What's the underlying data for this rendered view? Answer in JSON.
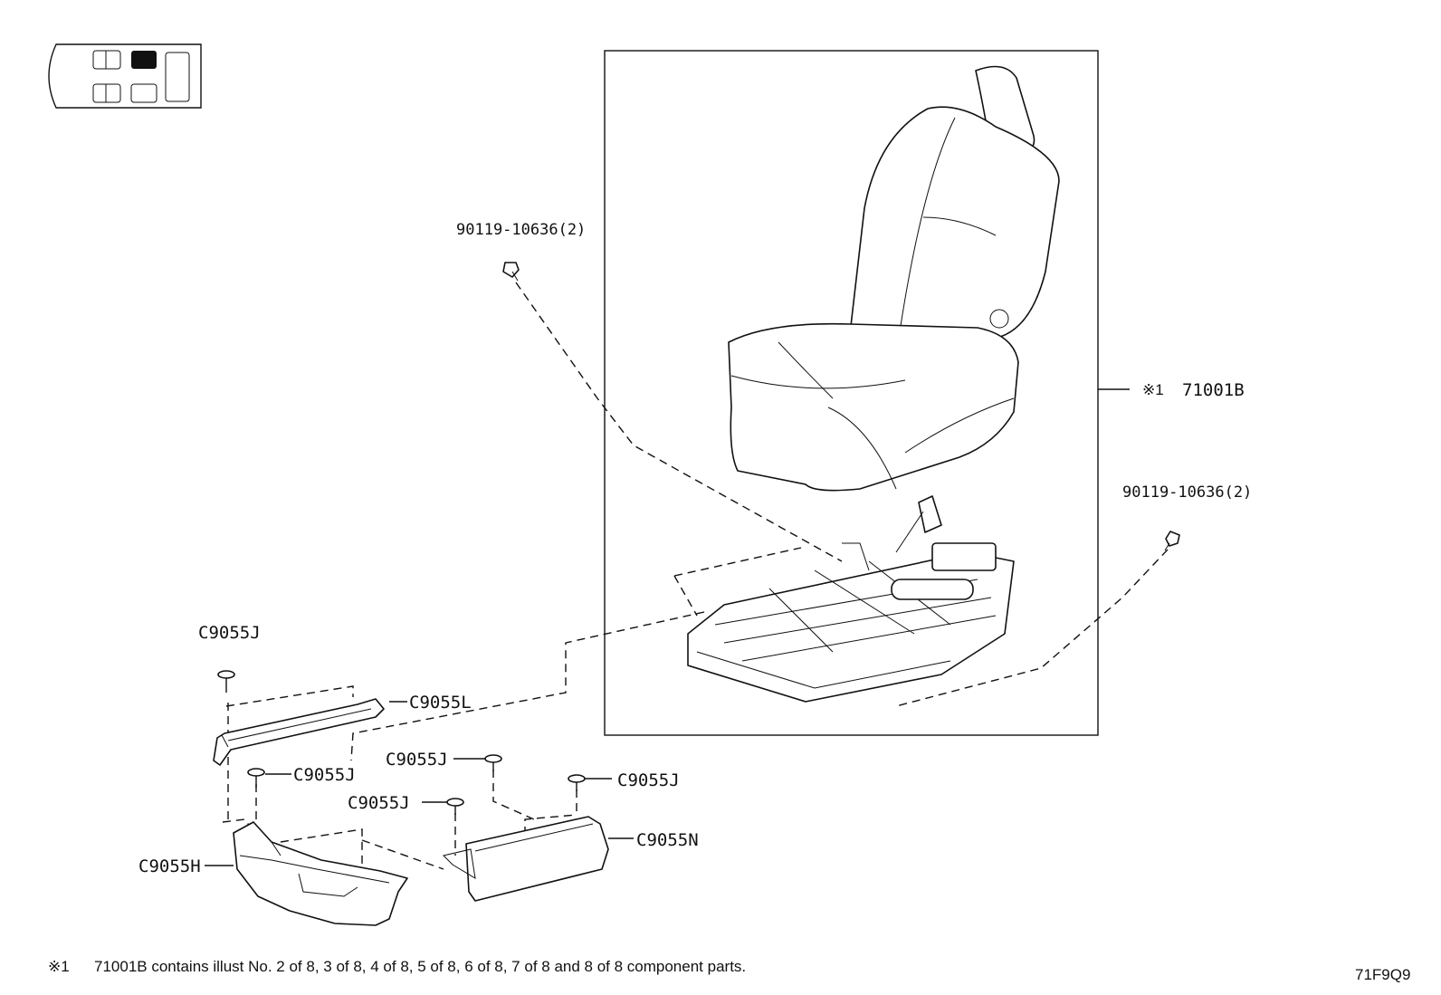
{
  "labels": {
    "bolt_left": "90119-10636(2)",
    "bolt_right": "90119-10636(2)",
    "assembly_mark": "※1",
    "assembly": "71001B",
    "clip_top_left": "C9055J",
    "cover_l": "C9055L",
    "clip_mid_left": "C9055J",
    "clip_mid_center": "C9055J",
    "clip_mid_right": "C9055J",
    "clip_low_center": "C9055J",
    "cover_h": "C9055H",
    "cover_n": "C9055N"
  },
  "footnote": {
    "mark": "※1",
    "text": "71001B contains illust No. 2 of 8, 3 of 8, 4 of 8, 5 of 8, 6 of 8, 7 of 8 and 8 of 8 component parts."
  },
  "diagram_code": "71F9Q9"
}
